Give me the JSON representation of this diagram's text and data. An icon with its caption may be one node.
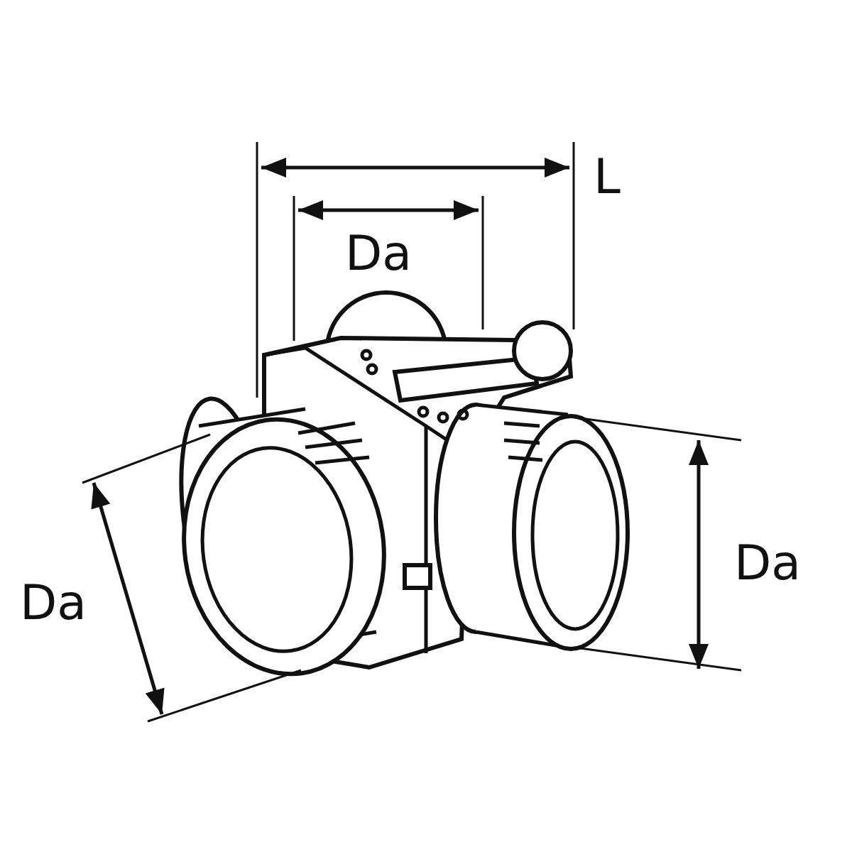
{
  "diagram": {
    "labels": [
      "L",
      "Da",
      "Da",
      "Da"
    ]
  }
}
